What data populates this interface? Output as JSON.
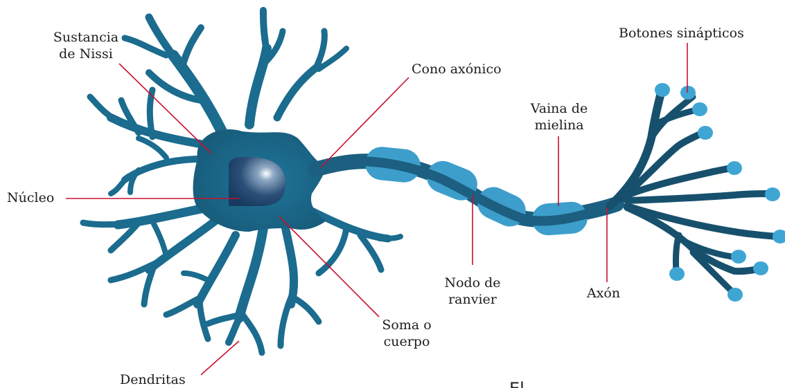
{
  "labels": {
    "sustancia_nissi_1": "Sustancia",
    "sustancia_nissi_2": "de Nissi",
    "nucleo": "Núcleo",
    "dendritas": "Dendritas",
    "soma_1": "Soma o",
    "soma_2": "cuerpo",
    "cono_axonico": "Cono axónico",
    "vaina_1": "Vaina de",
    "vaina_2": "mielina",
    "nodo_1": "Nodo de",
    "nodo_2": "ranvier",
    "axon": "Axón",
    "botones": "Botones sinápticos"
  },
  "caption_partial": "El ",
  "colors": {
    "neuron": "#1b6c8e",
    "neuron_dark": "#1a5b7a",
    "axon": "#1c5f80",
    "myelin": "#3d9ecb",
    "terminal": "#3fa6d4",
    "leader_line": "#c8102e"
  }
}
